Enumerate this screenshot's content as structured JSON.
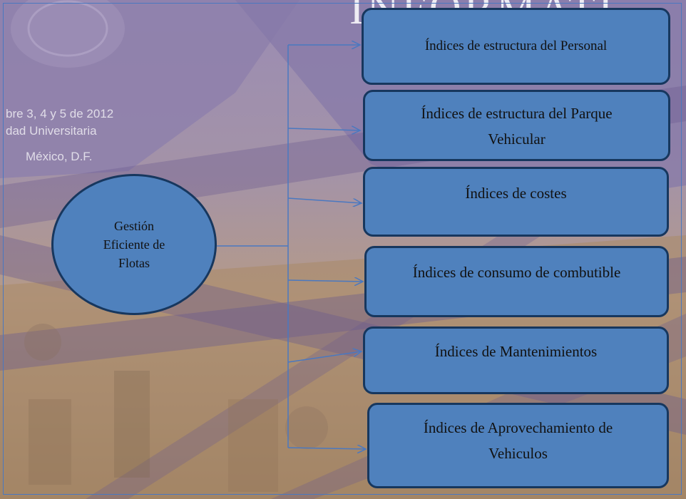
{
  "background": {
    "header_text": "INFORMATI",
    "lines": [
      "bre 3, 4 y 5 de 2012",
      "dad Universitaria",
      "México, D.F."
    ],
    "colors": {
      "purple": "#8a7ba6",
      "tan": "#c9ab86",
      "ribbon": "#5d4f86"
    }
  },
  "diagram": {
    "root": {
      "lines": [
        "Gestión",
        "Eficiente de",
        "Flotas"
      ]
    },
    "children": [
      {
        "label": "Índices de estructura del Personal"
      },
      {
        "label": "Índices de estructura del Parque Vehicular"
      },
      {
        "label": "Índices de costes"
      },
      {
        "label": "Índices de consumo de combutible"
      },
      {
        "label": "Índices de Mantenimientos"
      },
      {
        "label": "Índices de Aprovechamiento de Vehiculos"
      }
    ],
    "colors": {
      "fill": "#4f81bd",
      "border": "#17375e",
      "connector": "#4a78c0"
    }
  }
}
